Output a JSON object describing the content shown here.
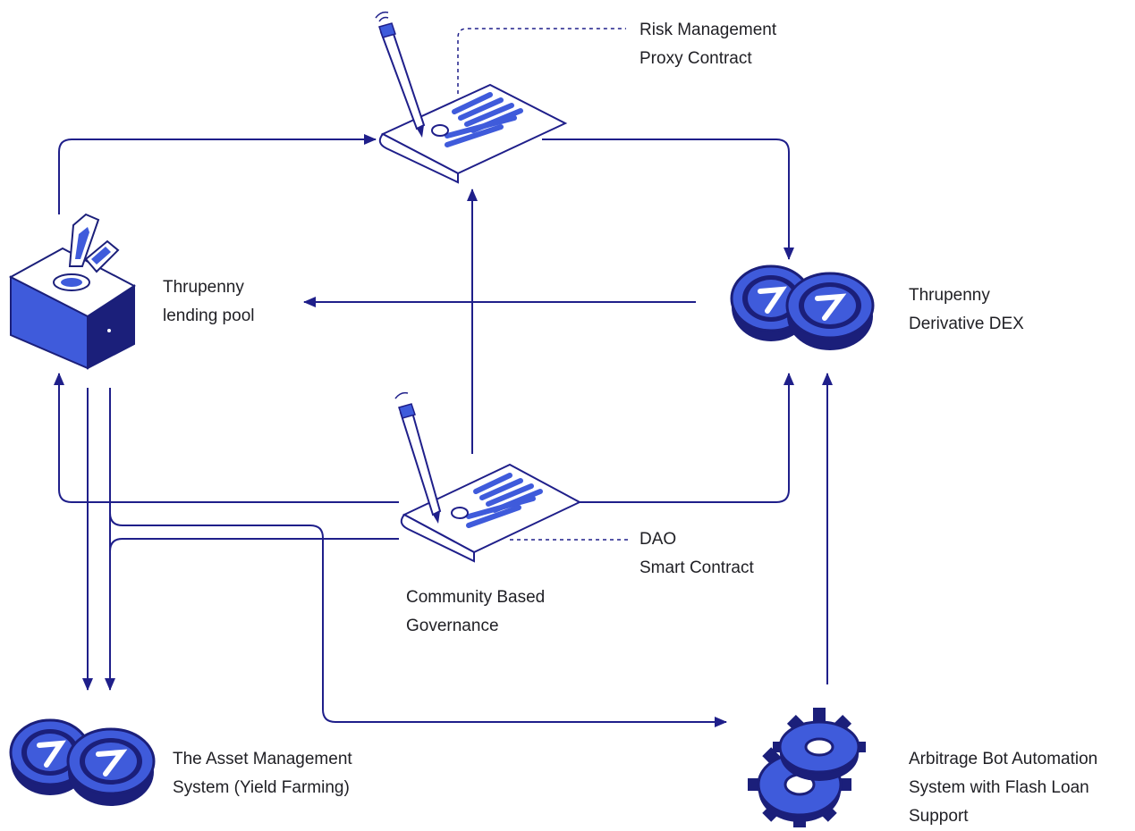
{
  "colors": {
    "line": "#1f1f8a",
    "accent": "#3f5bdb",
    "dark": "#1b1f7a",
    "text": "#1f1f24",
    "background": "#ffffff"
  },
  "labels": {
    "risk_line1": "Risk Management",
    "risk_line2": "Proxy Contract",
    "pool_line1": "Thrupenny",
    "pool_line2": "lending pool",
    "dex_line1": "Thrupenny",
    "dex_line2": "Derivative DEX",
    "dao_line1": "DAO",
    "dao_line2": "Smart Contract",
    "gov_line1": "Community Based",
    "gov_line2": "Governance",
    "asset_line1": "The Asset Management",
    "asset_line2": "System (Yield Farming)",
    "bot_line1": "Arbitrage Bot Automation",
    "bot_line2": "System with Flash Loan",
    "bot_line3": "Support"
  },
  "icons": {
    "risk_contract": "document-pen-icon",
    "dao_contract": "document-pen-icon",
    "lending_pool": "safe-box-icon",
    "dex": "coins-icon",
    "asset_management": "coins-icon",
    "arbitrage_bot": "gears-icon"
  }
}
